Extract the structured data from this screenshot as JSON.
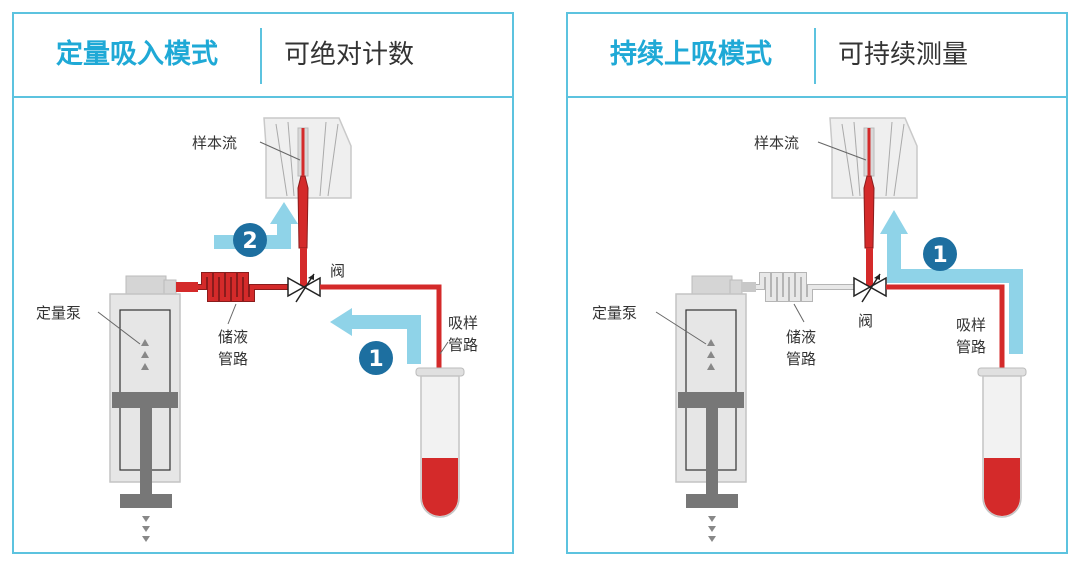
{
  "colors": {
    "accent": "#1fa9d6",
    "border": "#5cc3df",
    "flow_arrow": "#8fd3e8",
    "fluid": "#d42a2a",
    "inactive_tube": "#c8c8c8"
  },
  "left_panel": {
    "title": "定量吸入模式",
    "subtitle": "可绝对计数",
    "labels": {
      "sample_flow": "样本流",
      "valve": "阀",
      "pump": "定量泵",
      "storage_line": [
        "储液",
        "管路"
      ],
      "sampling_line": [
        "吸样",
        "管路"
      ]
    },
    "steps": [
      "1",
      "2"
    ]
  },
  "right_panel": {
    "title": "持续上吸模式",
    "subtitle": "可持续测量",
    "labels": {
      "sample_flow": "样本流",
      "valve": "阀",
      "pump": "定量泵",
      "storage_line": [
        "储液",
        "管路"
      ],
      "sampling_line": [
        "吸样",
        "管路"
      ]
    },
    "steps": [
      "1"
    ]
  }
}
